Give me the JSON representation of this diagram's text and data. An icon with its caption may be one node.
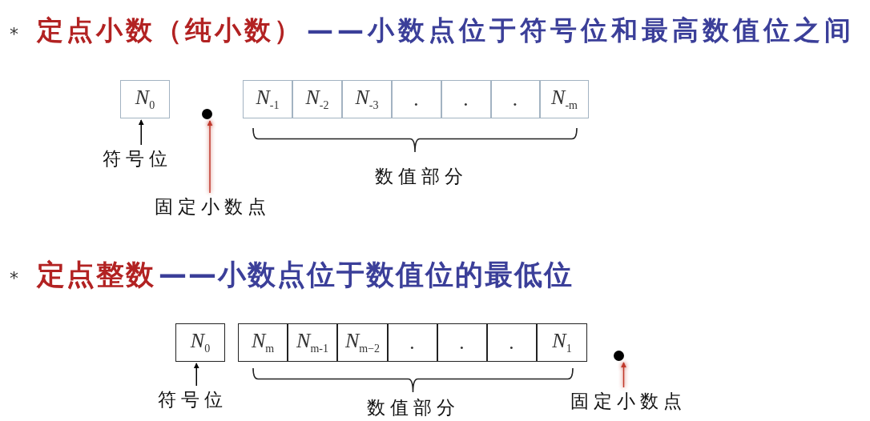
{
  "diagram": {
    "nodes": [
      {
        "text": [
          "N$_{0}$"
        ]
      },
      {
        "text": [
          "N$_{-1}$"
        ]
      },
      {
        "text": [
          "N$_{-2}$"
        ]
      },
      {
        "text": [
          "N$_{-3}$"
        ]
      },
      {
        "text": [
          "."
        ]
      },
      {
        "text": [
          "."
        ]
      },
      {
        "text": [
          "."
        ]
      },
      {
        "text": [
          "N$_{-m}$"
        ]
      },
      {
        "text": [
          "符号位"
        ]
      },
      {
        "text": [],
        "shape": "circle"
      },
      {
        "text": [
          "固定小数点"
        ]
      },
      {
        "text": [
          "N$_{0}$"
        ]
      },
      {
        "text": [
          "N$_{m}$"
        ]
      },
      {
        "text": [
          "N$_{m-1}$"
        ]
      },
      {
        "text": [
          "N$_{m−2}$"
        ]
      },
      {
        "text": [
          "."
        ]
      },
      {
        "text": [
          "."
        ]
      },
      {
        "text": [
          "."
        ]
      },
      {
        "text": [
          "N$_{1}$"
        ]
      },
      {
        "text": [
          "符号位"
        ]
      },
      {
        "text": [],
        "shape": "circle"
      },
      {
        "text": [
          "固定小数点"
        ]
      }
    ],
    "edges": [
      {
        "from": 8,
        "to": 0,
        "arrow": "to"
      },
      {
        "from": 10,
        "to": 9,
        "arrow": "to",
        "color": "#c0392b"
      },
      {
        "from": 19,
        "to": 11,
        "arrow": "to"
      },
      {
        "from": 21,
        "to": 20,
        "arrow": "to",
        "color": "#c0392b"
      }
    ],
    "labels": [
      "*",
      "定点小数（纯小数）",
      "——小数点位于符号位和最高数值位之间",
      "数值部分",
      "*",
      "定点整数",
      "——小数点位于数值位的最低位",
      "数值部分"
    ]
  }
}
